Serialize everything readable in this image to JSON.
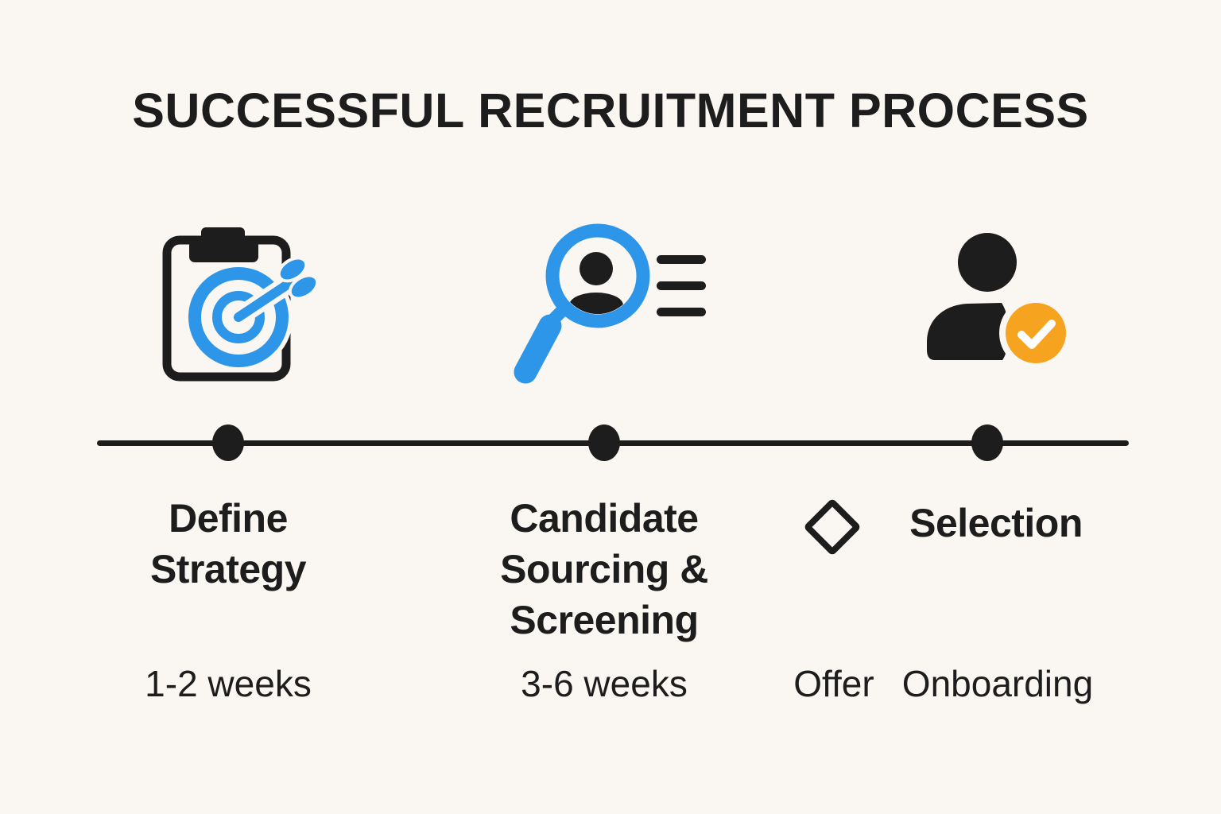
{
  "title": "SUCCESSFUL RECRUITMENT PROCESS",
  "colors": {
    "background": "#FAF7F3",
    "ink": "#1D1D1D",
    "accent_blue": "#2E96E8",
    "accent_orange": "#F6A31F",
    "check_white": "#FFFFFF"
  },
  "stages": [
    {
      "icon": "clipboard-target-icon",
      "label": "Define Strategy",
      "label_lines": [
        "Define",
        "Strategy"
      ],
      "duration": "1-2 weeks"
    },
    {
      "icon": "candidate-search-icon",
      "label": "Candidate Sourcing & Screening",
      "label_lines": [
        "Candidate",
        "Sourcing &",
        "Screening"
      ],
      "duration": "3-6 weeks"
    },
    {
      "icon": "person-check-icon",
      "label": "Selection",
      "marker": "diamond-outline",
      "sub_steps": [
        "Offer",
        "Onboarding"
      ]
    }
  ]
}
